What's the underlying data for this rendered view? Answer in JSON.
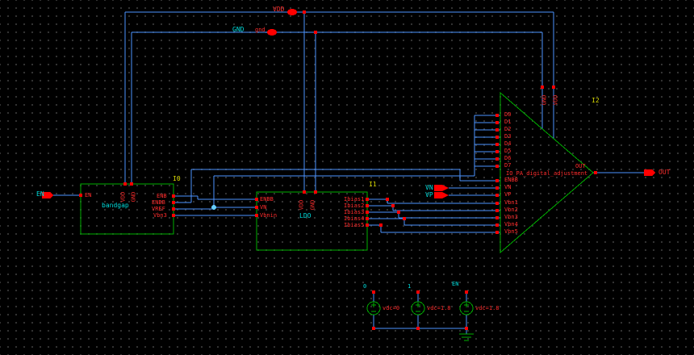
{
  "colors": {
    "background": "#000000",
    "wire_blue": "#4d94ff",
    "symbol_green": "#00b000",
    "pin_red": "#ff0000",
    "label_cyan": "#00dcdc",
    "instance_yellow": "#d8d800"
  },
  "power": {
    "vdd_label": "VDD",
    "gnd_label": "GND",
    "gnd_pin": "gnd"
  },
  "ports": {
    "en": "EN",
    "vn": "VN",
    "vp": "VP",
    "out": "OUT"
  },
  "bandgap": {
    "instance": "I0",
    "cell": "bandgap",
    "pin_en": "EN",
    "pin_vdd": "VDD",
    "pin_gnd": "GND",
    "right_pins": [
      "ENB",
      "ENBB",
      "VREF",
      "Vbn3"
    ]
  },
  "ldo": {
    "instance": "I1",
    "cell": "LDO",
    "left_pins": [
      "ENBB",
      "VN",
      "Vbnin"
    ],
    "pin_vdd": "VDD",
    "pin_gnd": "GND",
    "right_pins": [
      "Ibias1",
      "Ibias2",
      "Ibias3",
      "Ibias4",
      "Ibias5"
    ]
  },
  "adjust": {
    "instance": "I2",
    "cell": "IO_PA_digital_adjustment",
    "pin_out": "OUT",
    "pin_vdd": "VDD",
    "pin_gnd": "GND",
    "d_pins": [
      "D0",
      "D1",
      "D2",
      "D3",
      "D4",
      "D5",
      "D6",
      "D7"
    ],
    "ctrl_pins": [
      "ENBB",
      "VN",
      "VP",
      "Vbn1",
      "Vbn2",
      "Vbn3",
      "Vbn4",
      "Vbn5"
    ]
  },
  "sources": [
    {
      "net": "0",
      "value": "vdc=0"
    },
    {
      "net": "1",
      "value": "vdc=1.8"
    },
    {
      "net": "EN",
      "value": "vdc=1.8"
    }
  ]
}
